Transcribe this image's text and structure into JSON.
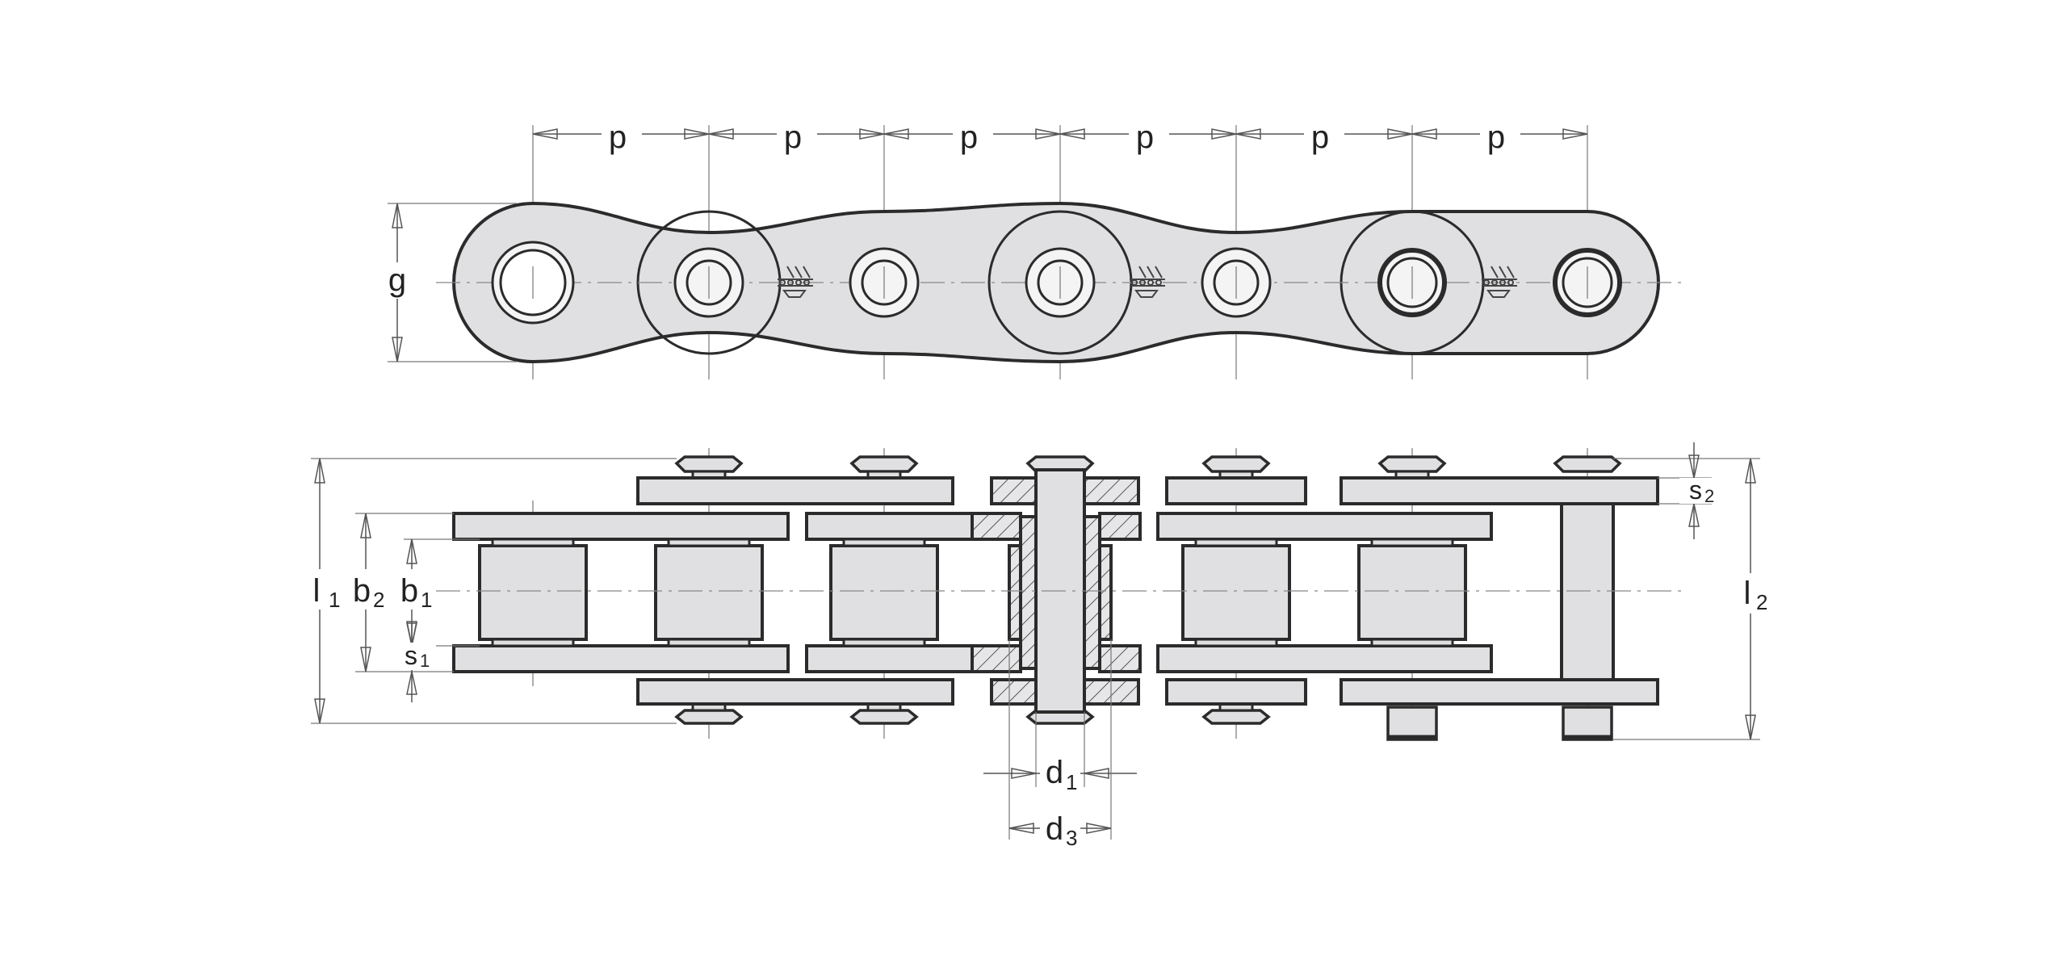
{
  "diagram": {
    "pitch_label": "p",
    "top_view": {
      "height_label": "g"
    },
    "side_view": {
      "labels": {
        "l1": {
          "main": "l",
          "sub": "1"
        },
        "b2": {
          "main": "b",
          "sub": "2"
        },
        "b1": {
          "main": "b",
          "sub": "1"
        },
        "s1": {
          "main": "s",
          "sub": "1"
        },
        "s2": {
          "main": "s",
          "sub": "2"
        },
        "l2": {
          "main": "l",
          "sub": "2"
        },
        "d1": {
          "main": "d",
          "sub": "1"
        },
        "d3": {
          "main": "d",
          "sub": "3"
        }
      }
    },
    "colors": {
      "fill": "#e0e0e2",
      "stroke": "#2b2b2b",
      "dim_line": "#555555",
      "hatch": "#555555"
    }
  }
}
